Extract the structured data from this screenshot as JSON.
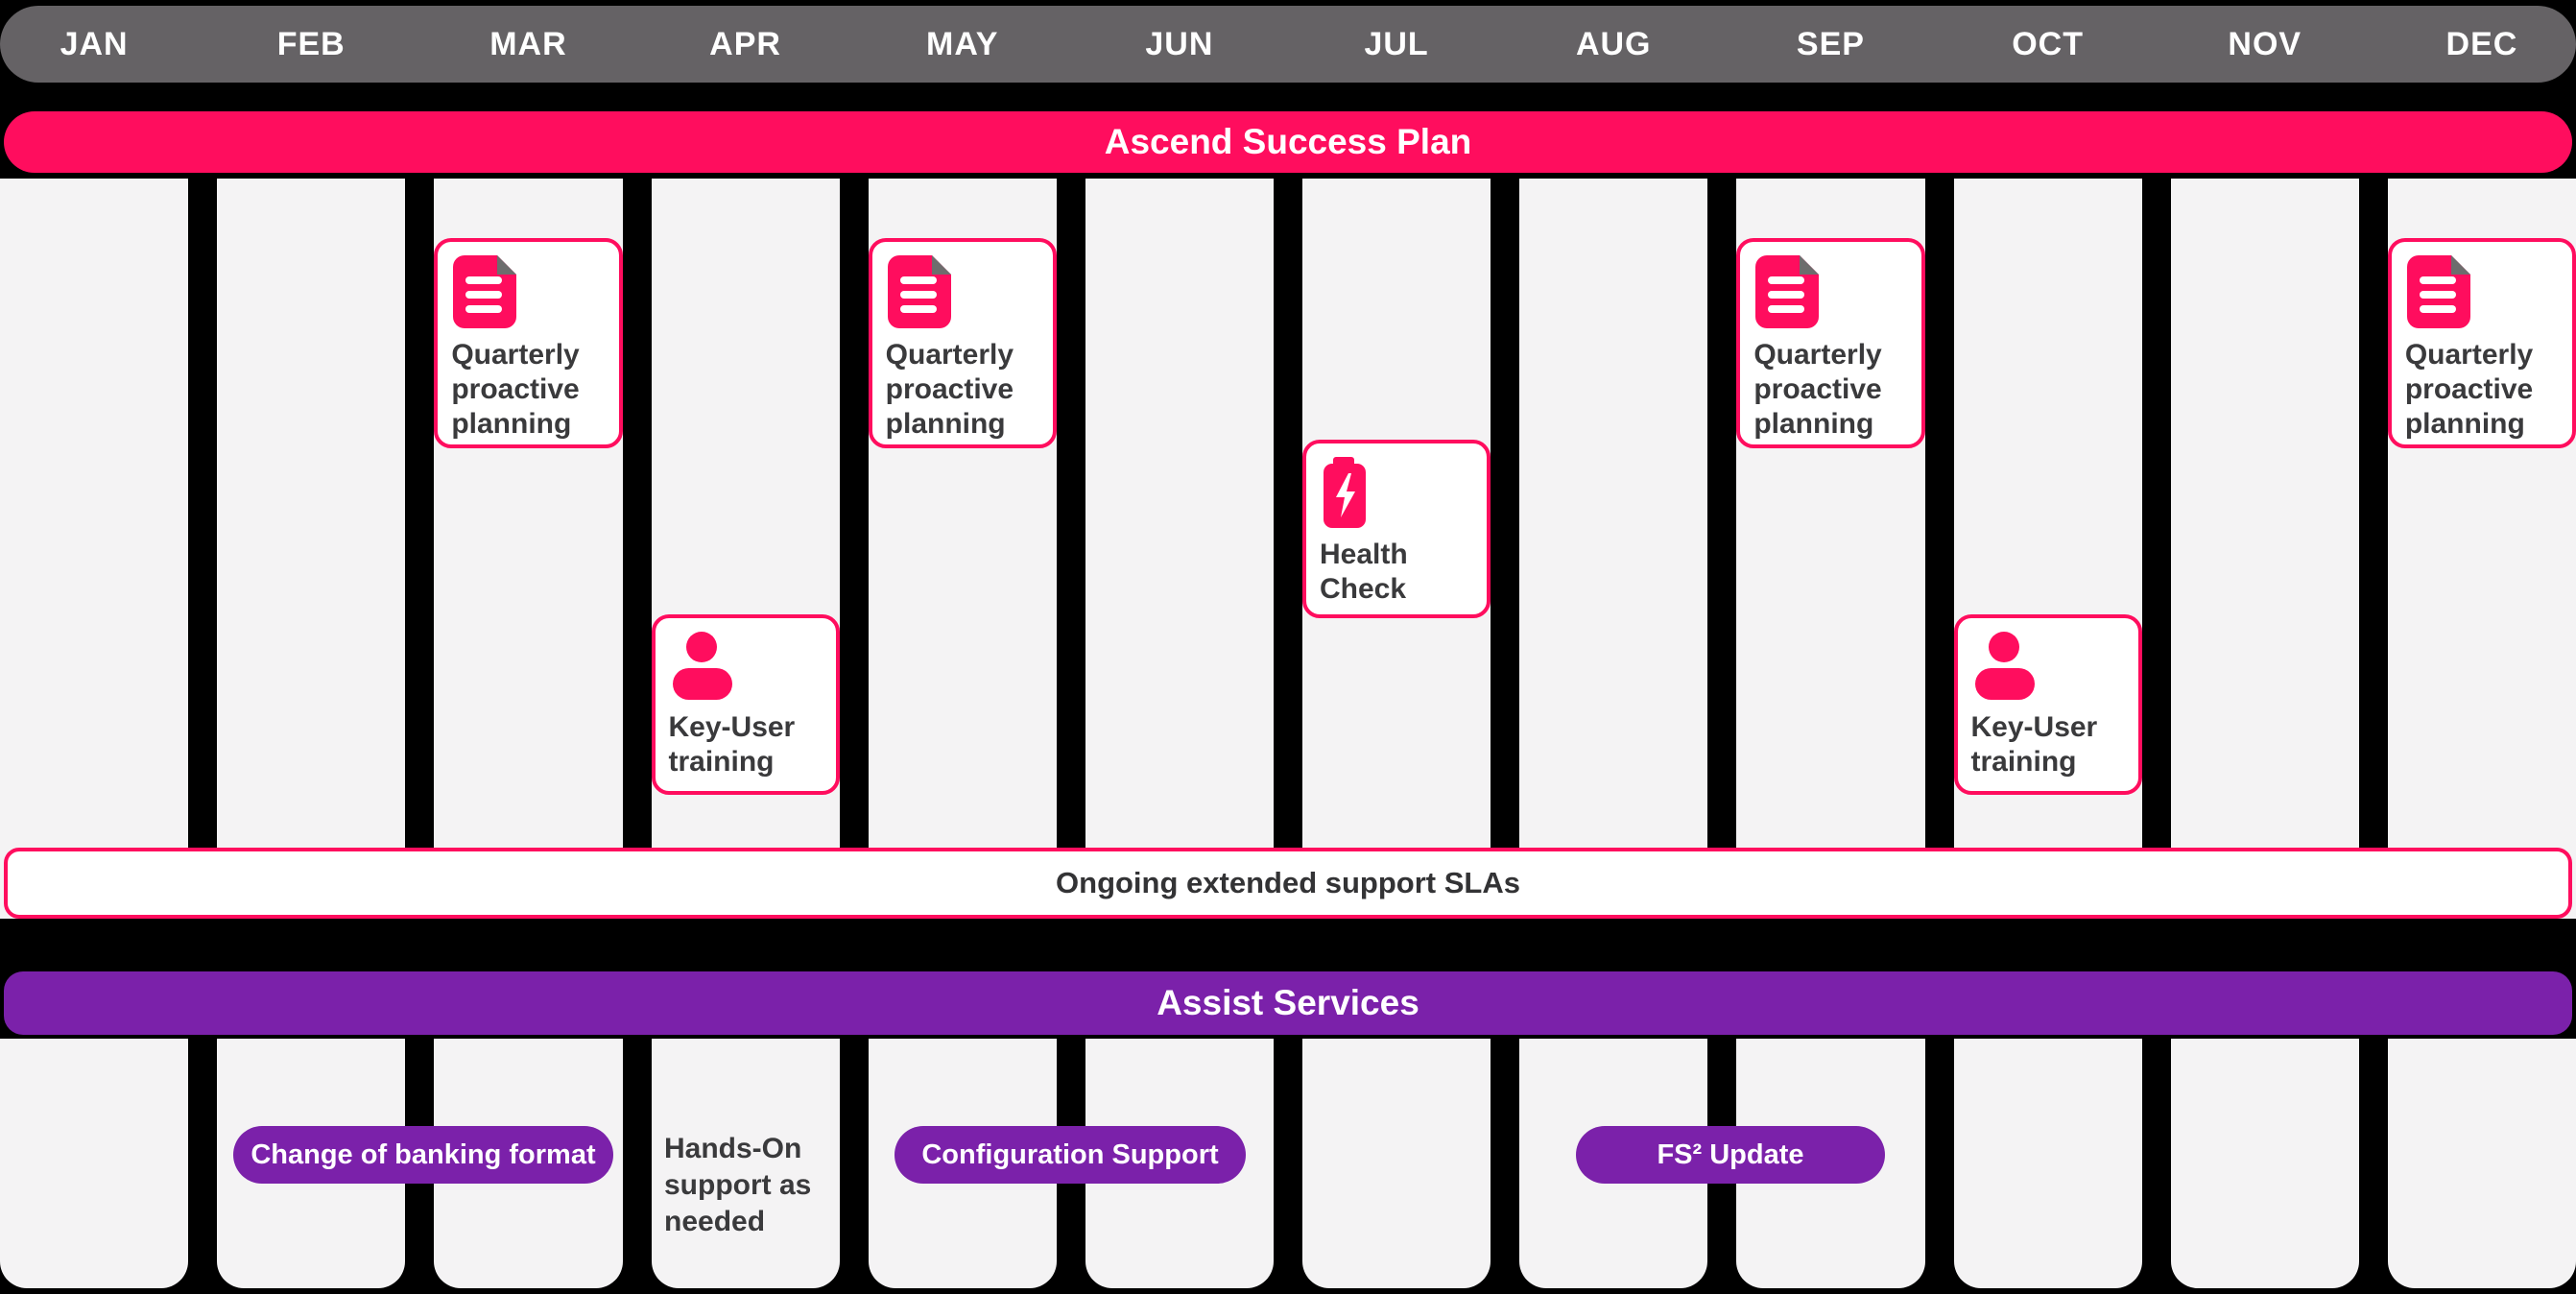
{
  "months": [
    "JAN",
    "FEB",
    "MAR",
    "APR",
    "MAY",
    "JUN",
    "JUL",
    "AUG",
    "SEP",
    "OCT",
    "NOV",
    "DEC"
  ],
  "sections": {
    "success_plan_title": "Ascend Success Plan",
    "sla_label": "Ongoing extended support SLAs",
    "assist_title": "Assist Services"
  },
  "plan_cards": [
    {
      "month": "MAR",
      "icon": "document-icon",
      "label": "Quarterly proactive planning"
    },
    {
      "month": "APR",
      "icon": "person-icon",
      "label": "Key-User training"
    },
    {
      "month": "MAY",
      "icon": "document-icon",
      "label": "Quarterly proactive planning"
    },
    {
      "month": "JUL",
      "icon": "battery-charging-icon",
      "label": "Health Check"
    },
    {
      "month": "SEP",
      "icon": "document-icon",
      "label": "Quarterly proactive planning"
    },
    {
      "month": "OCT",
      "icon": "person-icon",
      "label": "Key-User training"
    },
    {
      "month": "DEC",
      "icon": "document-icon",
      "label": "Quarterly proactive planning"
    }
  ],
  "assist_items": [
    {
      "label": "Change of banking format",
      "style": "pill"
    },
    {
      "label": "Hands-On support as needed",
      "style": "text"
    },
    {
      "label": "Configuration Support",
      "style": "pill"
    },
    {
      "label": "FS² Update",
      "style": "pill"
    }
  ],
  "colors": {
    "pink": "#FF0D5E",
    "purple": "#7B21AA",
    "header_gray": "#656265",
    "column_gray": "#F4F3F4",
    "text_dark": "#3A3A3C",
    "background": "#000000"
  }
}
